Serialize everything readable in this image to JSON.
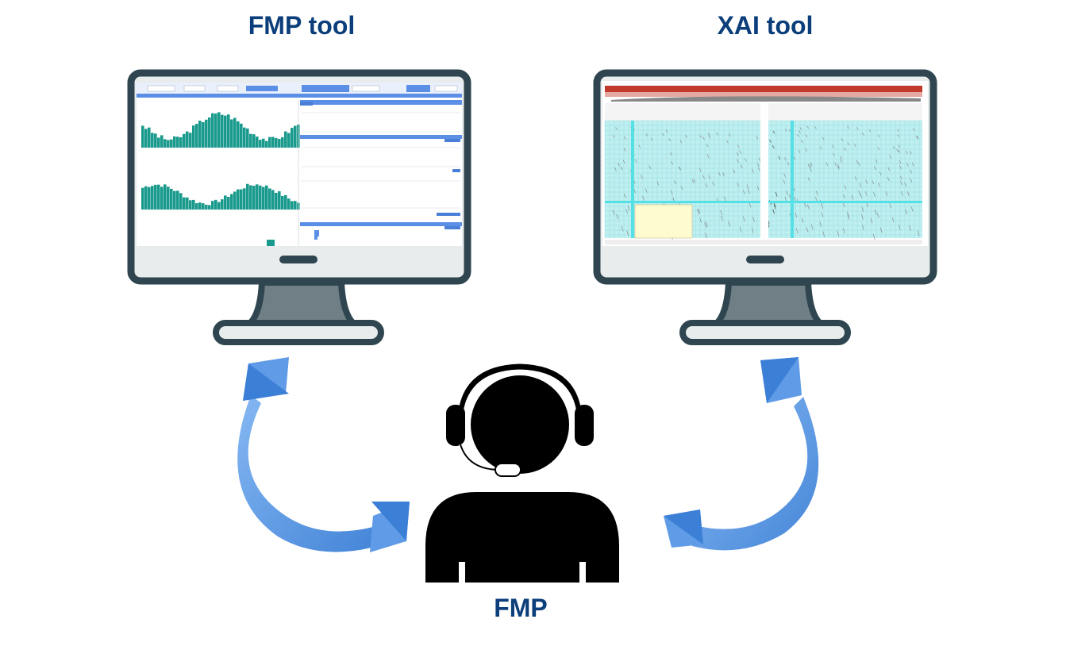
{
  "labels": {
    "fmp_tool": "FMP tool",
    "xai_tool": "XAI tool",
    "fmp": "FMP"
  },
  "colors": {
    "label_text": "#0b3e7a",
    "monitor_frame": "#2f4650",
    "monitor_chin": "#e8ecec",
    "stand": "#6f7f85",
    "arrow": "#4f8ee0",
    "fmp_bar": "#1a9a8c",
    "xai_grid": "#bfeff0",
    "person": "#000000"
  },
  "icons": {
    "person": "operator-with-headset-icon",
    "arrows": "bidirectional-curved-arrow-icon"
  }
}
